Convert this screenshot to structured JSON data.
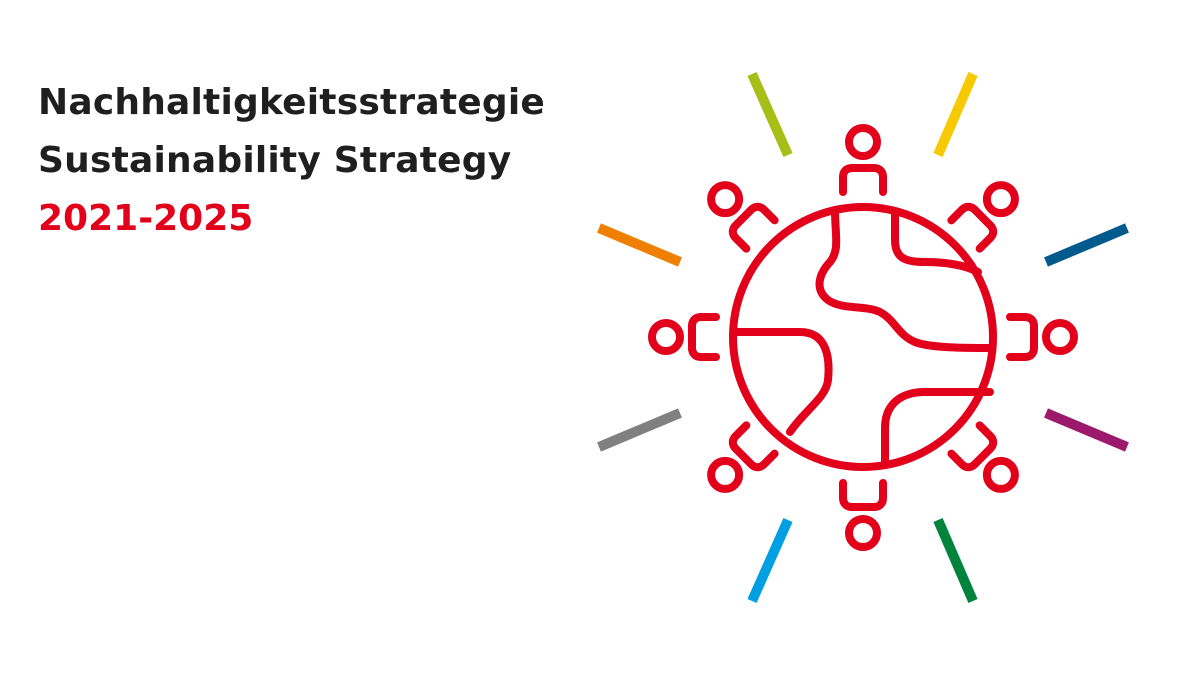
{
  "title": {
    "line_de": "Nachhaltigkeitsstrategie",
    "line_en": "Sustainability Strategy",
    "period": "2021-2025"
  },
  "colors": {
    "text": "#1f1f1f",
    "accent_red": "#e2001a",
    "ray_top_left": "#a6bf17",
    "ray_top_right": "#f7c900",
    "ray_upper_left": "#ee7f00",
    "ray_upper_right": "#005a8c",
    "ray_lower_left": "#808080",
    "ray_lower_right": "#9c1a6b",
    "ray_bottom_left": "#009fe3",
    "ray_bottom_right": "#00843d"
  },
  "emblem": {
    "icon": "globe-with-people-icon"
  }
}
